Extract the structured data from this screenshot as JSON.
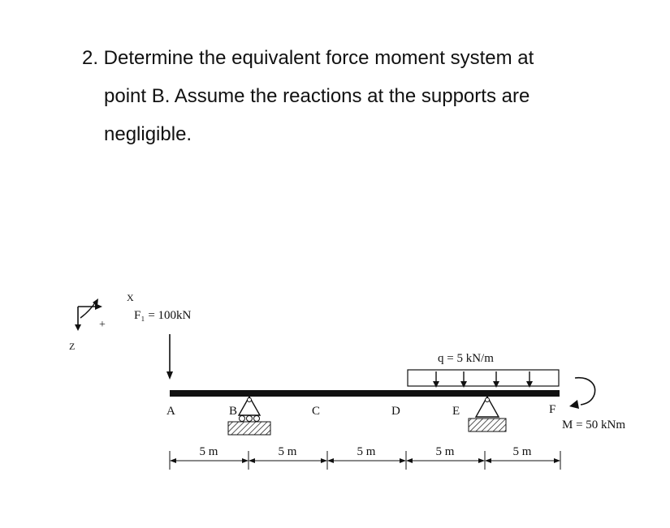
{
  "problem": {
    "line1": "2. Determine the equivalent force moment system at",
    "line2": "point B. Assume the reactions at the supports are",
    "line3": "negligible."
  },
  "diagram": {
    "axes": {
      "x_label": "X",
      "z_label": "Z",
      "sign_label": "+"
    },
    "force": {
      "label": "F₁ = 100kN"
    },
    "distributed_load": {
      "label": "q = 5 kN/m"
    },
    "moment": {
      "label": "M = 50 kNm"
    },
    "points": [
      "A",
      "B",
      "C",
      "D",
      "E",
      "F"
    ],
    "dimensions": [
      "5 m",
      "5 m",
      "5 m",
      "5 m",
      "5 m"
    ]
  }
}
